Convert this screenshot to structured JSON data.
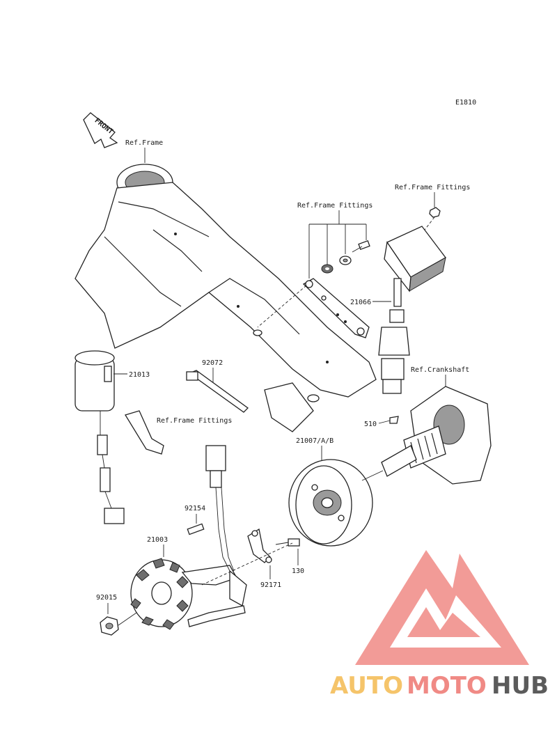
{
  "diagram_code": "E1810",
  "front_arrow": "FRONT",
  "labels": {
    "ref_frame": "Ref.Frame",
    "ref_frame_fittings_top": "Ref.Frame Fittings",
    "ref_frame_fittings_mid": "Ref.Frame Fittings",
    "ref_frame_fittings_left": "Ref.Frame Fittings",
    "ref_crankshaft": "Ref.Crankshaft",
    "p21066": "21066",
    "p21013": "21013",
    "p92072": "92072",
    "p510": "510",
    "p21007": "21007/A/B",
    "p92154": "92154",
    "p21003": "21003",
    "p92015": "92015",
    "p92171": "92171",
    "p130": "130"
  },
  "watermark": {
    "part1": "AUTO",
    "part2": "MOTO",
    "part3": "HUB",
    "color_auto": "#f5c46a",
    "color_moto": "#f08a85",
    "color_hub": "#5b5b5b",
    "logo_color": "#f08a85"
  }
}
